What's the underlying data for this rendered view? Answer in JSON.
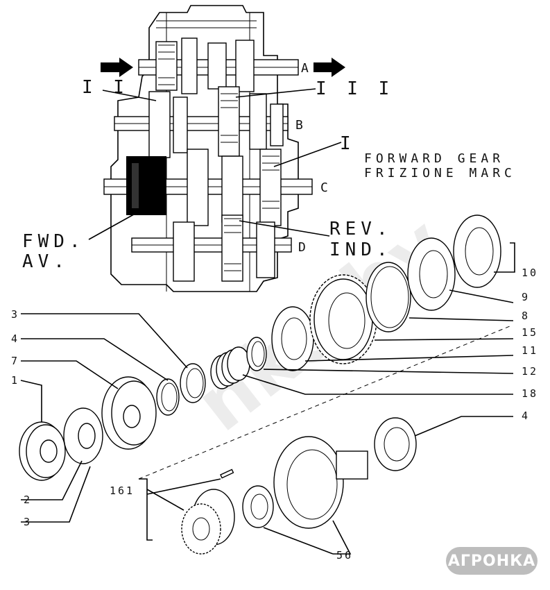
{
  "corner_mark": "",
  "watermark": "nka.by",
  "logo_text": "АГРОНКА",
  "section_labels": {
    "II": "I I",
    "III": "I I I",
    "I": "I",
    "A": "A",
    "B": "B",
    "C": "C",
    "D": "D"
  },
  "forward_gear": [
    "FORWARD GEAR",
    "FRIZIONE MARC"
  ],
  "fwd_av": [
    "FWD.",
    "AV."
  ],
  "rev_ind": [
    "REV.",
    "IND."
  ],
  "callouts": {
    "c3a": "3",
    "c4a": "4",
    "c7": "7",
    "c1": "1",
    "c2": "2",
    "c3b": "3",
    "c10": "10",
    "c9": "9",
    "c8": "8",
    "c15": "15",
    "c11": "11",
    "c12": "12",
    "c18": "18",
    "c4b": "4",
    "c161": "161",
    "c56": "56"
  }
}
